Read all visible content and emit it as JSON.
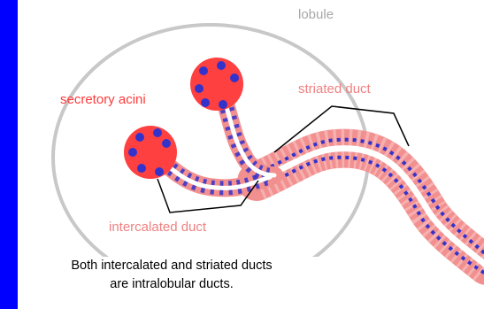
{
  "diagram": {
    "labels": {
      "lobule": "lobule",
      "secretory_acini": "secretory acini",
      "striated_duct": "striated duct",
      "intercalated_duct": "intercalated duct"
    },
    "caption_line1": "Both intercalated and striated ducts",
    "caption_line2": "are intralobular ducts.",
    "colors": {
      "background_border": "#0000ff",
      "panel": "#ffffff",
      "lobule_outline": "#c8c8c8",
      "acinus_fill": "#ff4040",
      "nucleus_dots": "#3333cc",
      "striated_duct_wall": "#f29090",
      "duct_lumen": "#ffffff",
      "bracket_lines": "#000000"
    }
  }
}
